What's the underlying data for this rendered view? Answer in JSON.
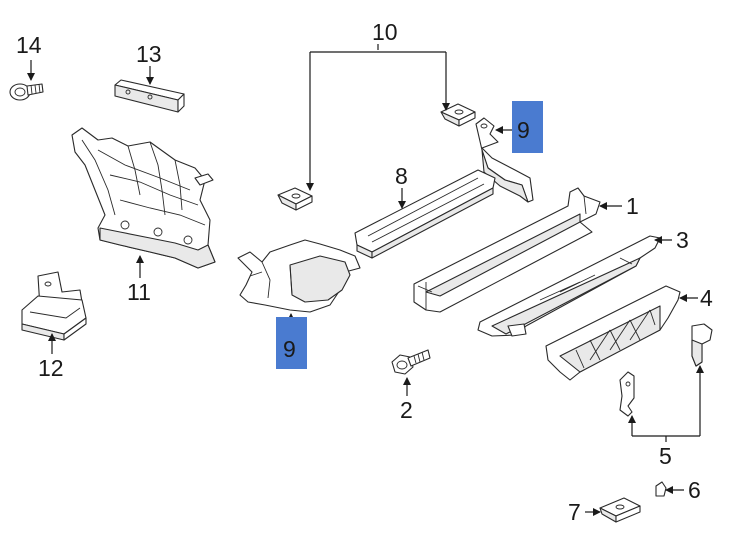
{
  "diagram": {
    "highlight_color": "#4a7bd0",
    "callouts": {
      "c1": "1",
      "c2": "2",
      "c3": "3",
      "c4": "4",
      "c5": "5",
      "c6": "6",
      "c7": "7",
      "c8": "8",
      "c9a": "9",
      "c9b": "9",
      "c10": "10",
      "c11": "11",
      "c12": "12",
      "c13": "13",
      "c14": "14"
    }
  }
}
